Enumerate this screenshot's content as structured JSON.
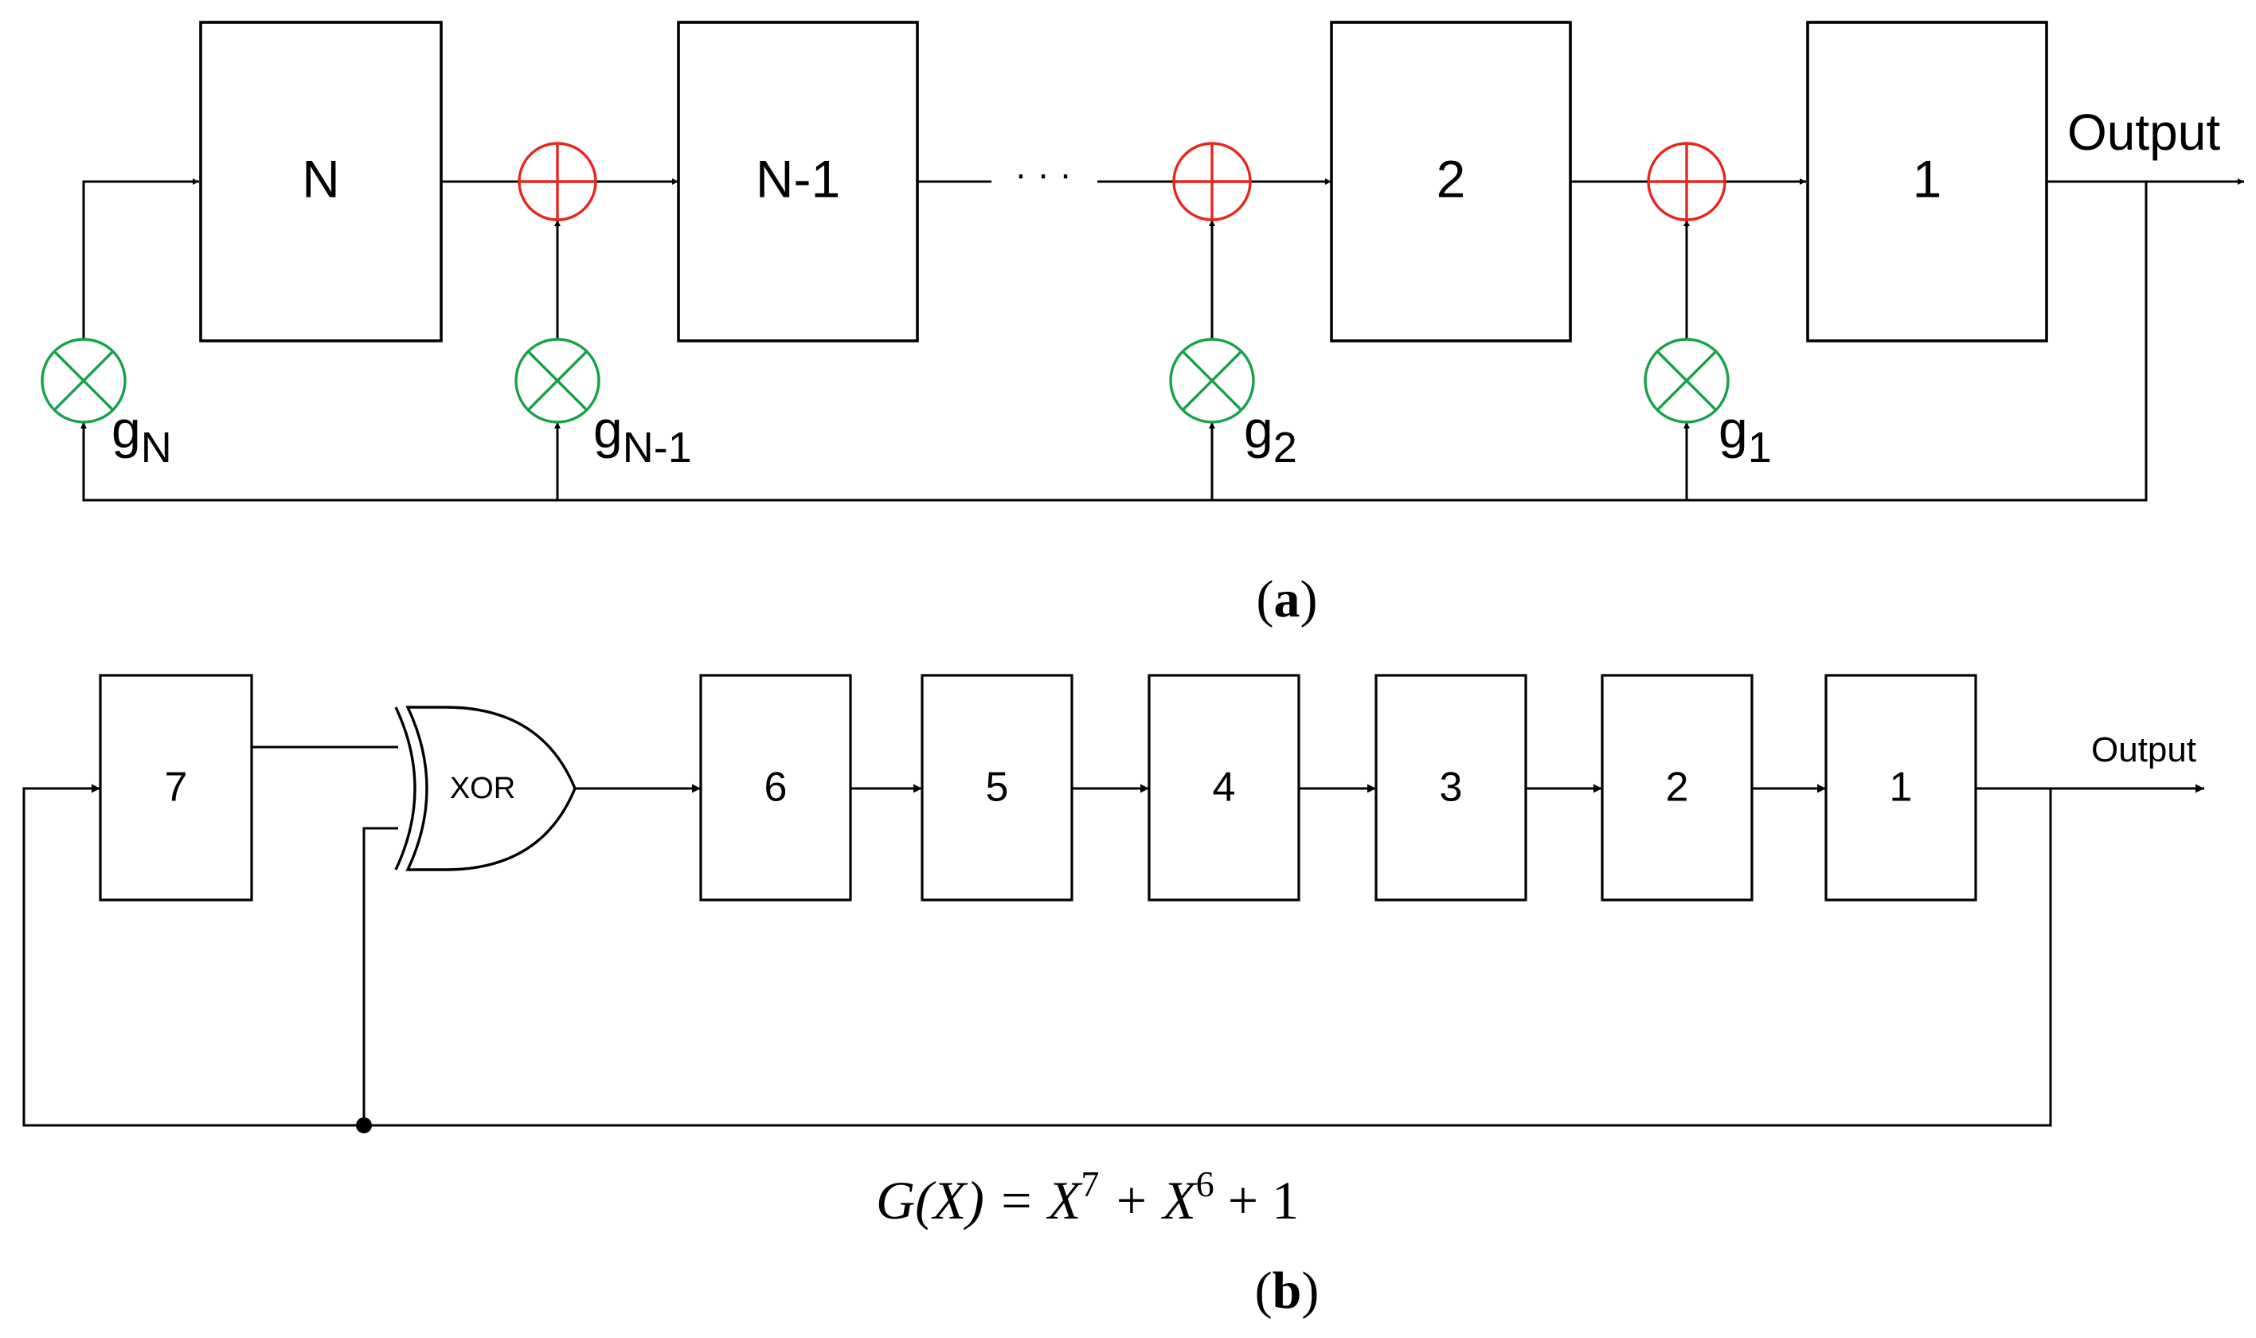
{
  "colors": {
    "adder": "#e8251f",
    "multiplier": "#17a04a",
    "line": "#000000",
    "background": "#ffffff"
  },
  "panel_a": {
    "stages": [
      "N",
      "N-1",
      "2",
      "1"
    ],
    "ellipsis": "· · ·",
    "output_label": "Output",
    "coefficients": [
      {
        "base": "g",
        "sub": "N"
      },
      {
        "base": "g",
        "sub": "N-1"
      },
      {
        "base": "g",
        "sub": "2"
      },
      {
        "base": "g",
        "sub": "1"
      }
    ],
    "caption_open": "(",
    "caption_letter": "a",
    "caption_close": ")"
  },
  "panel_b": {
    "stages": [
      "7",
      "6",
      "5",
      "4",
      "3",
      "2",
      "1"
    ],
    "gate_label": "XOR",
    "output_label": "Output",
    "equation": {
      "lhs": "G(X) = X",
      "exp1": "7",
      "mid": " + X",
      "exp2": "6",
      "tail": " + 1"
    },
    "caption_open": "(",
    "caption_letter": "b",
    "caption_close": ")"
  }
}
